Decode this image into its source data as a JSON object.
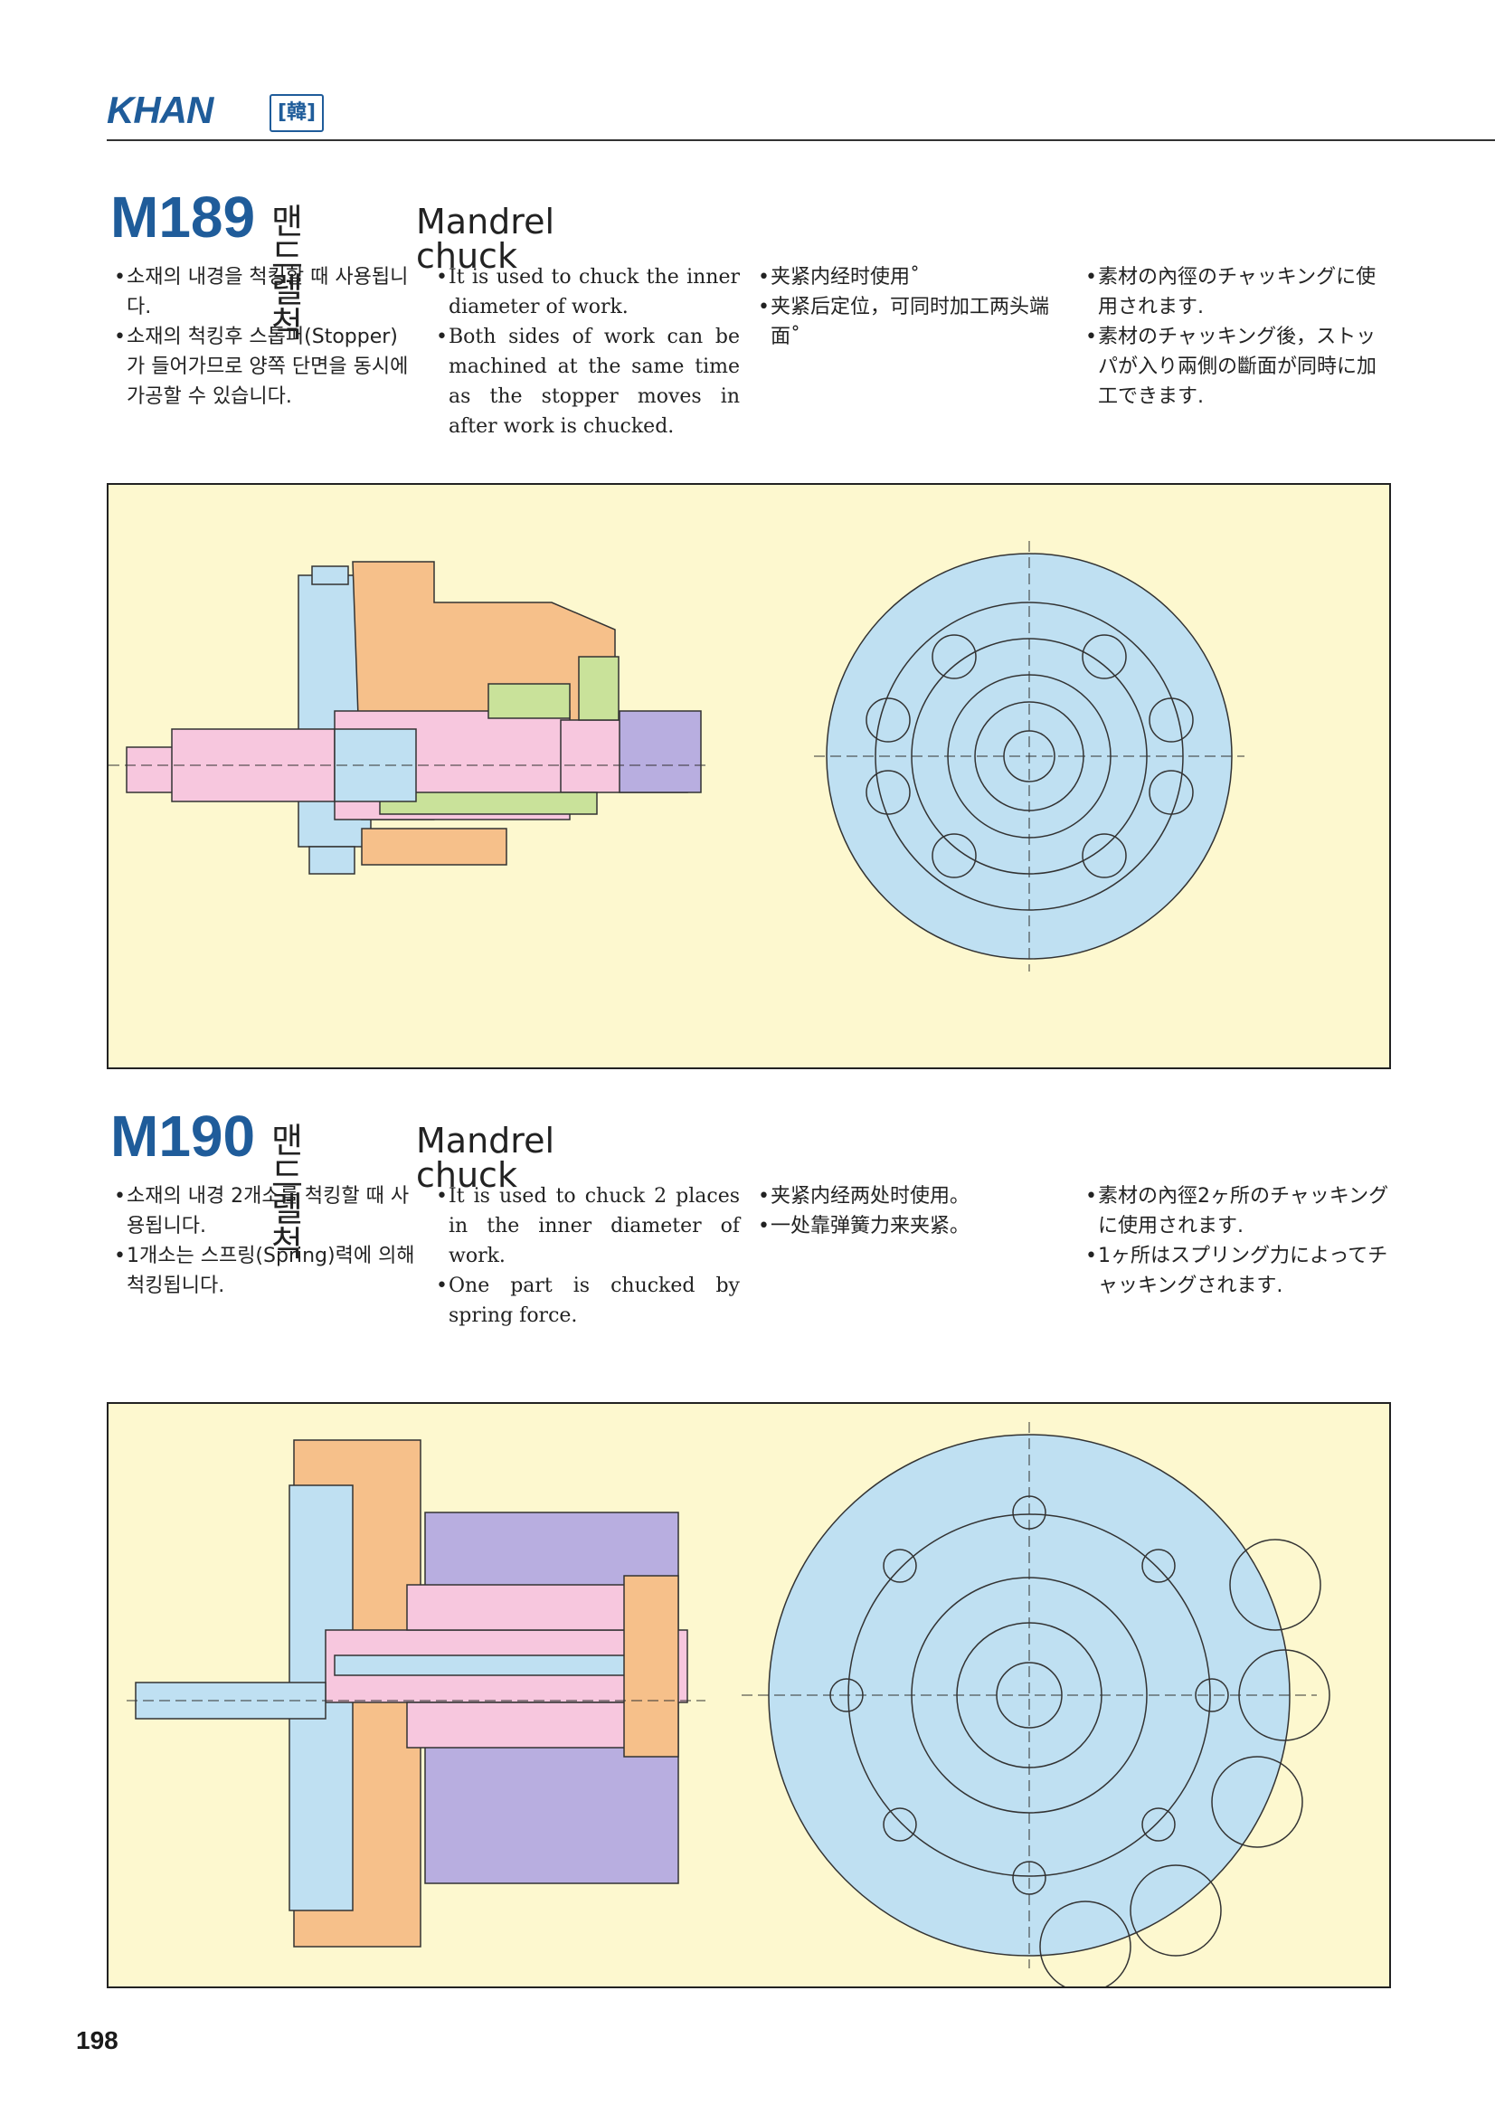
{
  "header": {
    "brand": "KHAN",
    "brand_mark": "[韓]"
  },
  "sections": [
    {
      "model": "M189",
      "title_kr": "맨드렐 척",
      "title_en": "Mandrel chuck",
      "desc_kr": [
        "소재의 내경을 척킹할 때 사용됩니다.",
        "소재의 척킹후 스톱퍼(Stopper)가 들어가므로 양쪽 단면을 동시에 가공할 수 있습니다."
      ],
      "desc_en": [
        "It is used to chuck the inner diameter of work.",
        "Both sides of work can be machined at the same time as the stopper moves in after work is chucked."
      ],
      "desc_cn": [
        "夹紧内经时使用˚",
        "夹紧后定位，可同时加工两头端面˚"
      ],
      "desc_jp": [
        "素材の內徑のチャッキングに使用されます.",
        "素材のチャッキング後，ストッパが入り兩側の斷面が同時に加工できます."
      ]
    },
    {
      "model": "M190",
      "title_kr": "맨드렐 척",
      "title_en": "Mandrel chuck",
      "desc_kr": [
        "소재의 내경 2개소를 척킹할 때 사용됩니다.",
        "1개소는 스프링(Spring)력에 의해 척킹됩니다."
      ],
      "desc_en": [
        "It is used to chuck 2 places in the inner diameter of work.",
        "One part is chucked by spring force."
      ],
      "desc_cn": [
        "夹紧内经两处时使用。",
        "一处靠弹簧力来夹紧。"
      ],
      "desc_jp": [
        "素材の內徑2ヶ所のチャッキングに使用されます.",
        "1ヶ所はスプリング力によってチャッキングされます."
      ]
    }
  ],
  "page_number": "198",
  "colors": {
    "brand_blue": "#1f5c9a",
    "figure_bg": "#fdf8cf",
    "part_blue": "#bfe0f2",
    "part_orange": "#f6c08a",
    "part_pink": "#f7c7de",
    "part_green": "#c9e29a",
    "part_purple": "#b8aee0"
  }
}
